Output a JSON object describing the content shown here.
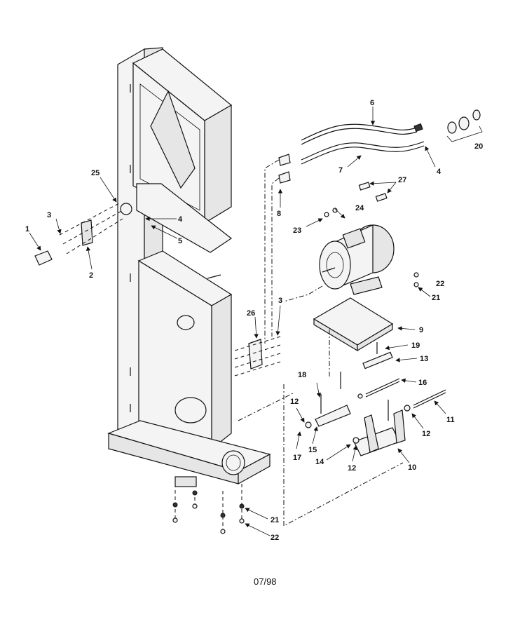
{
  "diagram": {
    "footer_date": "07/98",
    "callouts": {
      "c1": "1",
      "c2": "2",
      "c3a": "3",
      "c3b": "3",
      "c4a": "4",
      "c4b": "4",
      "c5": "5",
      "c6": "6",
      "c7": "7",
      "c8": "8",
      "c9": "9",
      "c10": "10",
      "c11": "11",
      "c12a": "12",
      "c12b": "12",
      "c12c": "12",
      "c13": "13",
      "c14": "14",
      "c15": "15",
      "c16": "16",
      "c17": "17",
      "c18": "18",
      "c19": "19",
      "c20": "20",
      "c21a": "21",
      "c21b": "21",
      "c22a": "22",
      "c22b": "22",
      "c23": "23",
      "c24": "24",
      "c25": "25",
      "c26": "26",
      "c27": "27"
    }
  }
}
